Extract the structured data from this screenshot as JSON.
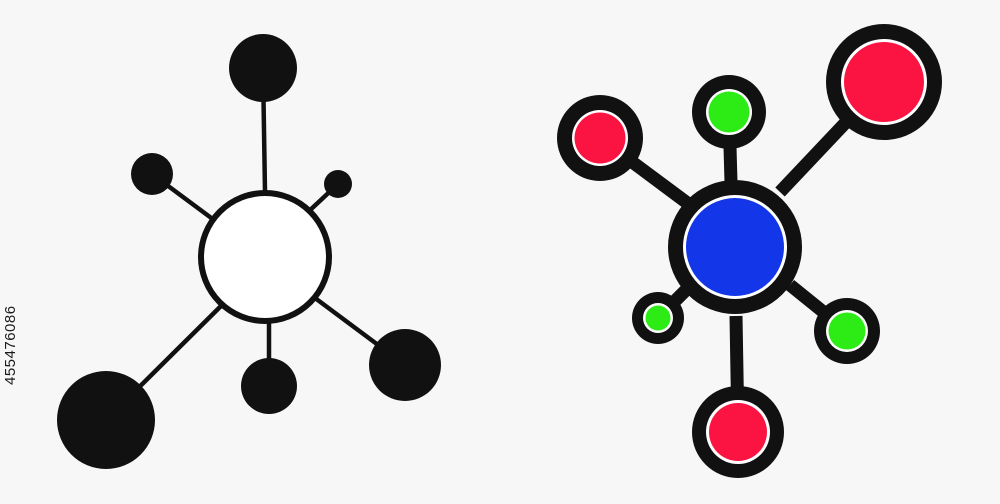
{
  "stock_id": "455476086",
  "colors": {
    "background": "#f7f7f7",
    "outline": "#111111",
    "hub_fill": "#ffffff",
    "blue": "#1336e8",
    "red": "#fb1441",
    "green": "#2dec16",
    "ring_white": "#ffffff"
  },
  "icons": [
    {
      "name": "network-icon-monochrome",
      "style": "outline"
    },
    {
      "name": "network-icon-colored",
      "style": "color"
    }
  ]
}
